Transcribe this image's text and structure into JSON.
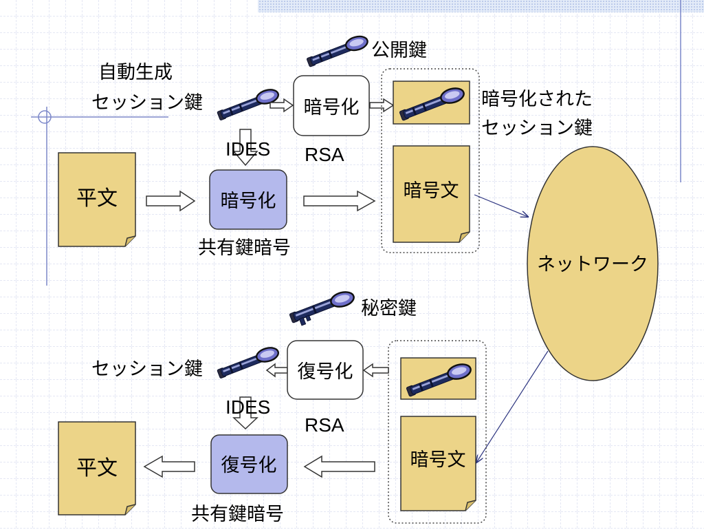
{
  "colors": {
    "document": "#ecd488",
    "symmetric_box": "#b4b9ec",
    "process_box": "#ffffff",
    "network": "#ecd488",
    "grid": "#c9cfe9"
  },
  "encryption": {
    "public_key_label": "公開鍵",
    "auto_generated_line1": "自動生成",
    "auto_generated_line2": "セッション鍵",
    "rsa_box_label": "暗号化",
    "encrypted_session_key_line1": "暗号化された",
    "encrypted_session_key_line2": "セッション鍵",
    "ides_label": "IDES",
    "rsa_label": "RSA",
    "plaintext_label": "平文",
    "symmetric_box_label": "暗号化",
    "ciphertext_label": "暗号文",
    "symmetric_caption": "共有鍵暗号"
  },
  "network_label": "ネットワーク",
  "decryption": {
    "private_key_label": "秘密鍵",
    "session_key_label": "セッション鍵",
    "rsa_box_label": "復号化",
    "ides_label": "IDES",
    "rsa_label": "RSA",
    "plaintext_label": "平文",
    "symmetric_box_label": "復号化",
    "ciphertext_label": "暗号文",
    "symmetric_caption": "共有鍵暗号"
  },
  "icons": [
    "key-icon",
    "toothed-key-icon"
  ]
}
